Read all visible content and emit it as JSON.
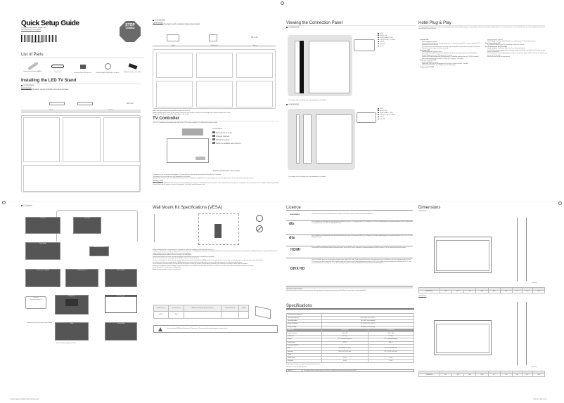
{
  "guide": {
    "title": "Quick Setup Guide",
    "register_text": "To register this product please visit",
    "register_url": "www.samsung.com/register",
    "barcode_code": "BN68-07598K-01",
    "stop_sign": {
      "title": "STOP",
      "lines": [
        "Please do not return",
        "this unit",
        "Contact",
        "1-800-SAMSUNG",
        "www.samsung.com/support"
      ]
    }
  },
  "list_of_parts": {
    "title": "List of Parts",
    "items": [
      {
        "label": "Remote Control & Batteries (AAA x 2)"
      },
      {
        "label": "Power Cord"
      },
      {
        "label": "Regulatory Guide / Warranty Card"
      },
      {
        "label": "Wall Mount Adapter (Depending on the Model)"
      },
      {
        "label": "Adapter (Depending on the Model)"
      }
    ]
  },
  "stand": {
    "title": "Installing the LED TV Stand",
    "model_a": "HG32ND460S",
    "model_b": "HG40ND460S",
    "components_label": "Components",
    "components_text": "When installing the stand, use the provided components and parts.",
    "col_stand": "Stand",
    "col_screws": "Screws",
    "col_guide_stand": "Guide Stand",
    "screw_note": "M4 x L12",
    "notes": [
      "Make sure that at least two people lift and move the LED TV.",
      "When assembling the stand, lay the product down on a soft surface, with the screen facing down, and then fasten the screws.",
      "The number of screws may differ depending on the model."
    ]
  },
  "tv_controller": {
    "title": "TV Controller",
    "intro": "The TV's Controller on the bottom right side of the TV, lets you control the TV without the remote control.",
    "menu_title": "Control Menu",
    "menu_items": [
      "Turns the TV on or off.",
      "Changes channels.",
      "Adjusts the volume.",
      "Switch the available video sources."
    ],
    "sensor_label": "Remote control sensor / TV Controller",
    "notes": [
      "If you press it first, the control menu appears. You can select the function by pressing and holding the TV's controller.",
      "The product color and shape may vary depending on the model.",
      "With the TV's Controller, you can not perform other operations except for turning the TV on or off, changing the channel, adjusting the volume, and switching the input source."
    ],
    "standby_title": "Standby mode",
    "standby_text": "Your TV enters Standby mode when you turn it off and continues to consume a small amount of electric power. To be safe and to decrease power consumption, do not leave your TV in standby mode for long periods of time (when you are away on vacation, for example). It is best to unplug the power cord."
  },
  "connection_panel": {
    "title": "Viewing the Connection Panel",
    "model_a": "HG32ND460S",
    "model_b": "HG40ND460S",
    "ports_a": [
      "AV IN",
      "AUDIO OUT",
      "HDMI IN (ARC) / (DVI)",
      "USB (5V 0.5A) / CLONING",
      "ANT IN",
      "EX-LINK",
      "DC IN"
    ],
    "ports_b": [
      "AV IN",
      "AUDIO OUT",
      "HDMI IN (ARC) / (DVI)",
      "USB (5V 0.5A) / CLONING",
      "ANT IN",
      "EX-LINK"
    ],
    "note": "The product color and shape may vary depending on the model."
  },
  "hotel_plug": {
    "title": "Hotel Plug & Play",
    "intro": "The Hospital Plug & Play function, which automatically performs the Hotel Mode selection, Country Setup, Clock Setup, and Picture Mode Setup, is for use when power is first turned ON. Once you have completed any after you have decoded a Service Reset.",
    "left": [
      {
        "head": "Local Set OSD",
        "items": [
          "Initially highlighted: USA_ATV",
          "If you press the Enter key after selecting Change, you can change the country (The country is changed, the TV automatically turns off and on).",
          "If you select the incorrect country, you can change it by a Factory Reset option after entering the Factory Menu.",
          "If you don't want to change the country, select skip."
        ]
      },
      {
        "head": "Easy Setup OSD",
        "items": [
          "Initially highlighted: Standalone Setup.",
          "If you select the Standalone Only button, Standalone Hospital mode is set by default and the \"Standalone Hospital Mode has been set\" OSD appears for 3 seconds.",
          "If enters the IP mode automatically after displaying the \"Standalone mode has been set\" OSD for 3 seconds.",
          "If you select Standalone Setup mode, the \"Select your Language\" OSD appears."
        ]
      },
      {
        "head": "Select your Language OSD",
        "items": [
          "Initially highlighted: Portuguese.",
          "Display time: OSD time out and operation are the same as normal consumer TV models.",
          "If you press the Enter key, the \"Configure your TV\" OSD appears."
        ]
      },
      {
        "head": "Configure your TV OSD",
        "items": []
      }
    ],
    "right": [
      {
        "head": "",
        "items": [
          "Initially highlighted: Standard.",
          "The TV displays the Picture Mode OSD when you select Dynamic or Standard picture mode."
        ]
      },
      {
        "head": "Auto Program Mode OSD",
        "items": [
          "If you press the Enter key, the TV automatically searches for channels."
        ]
      },
      {
        "head": "Set Clock Mode and Time Zone OSD",
        "items": [
          "Initially highlighted: Clock Mode - Auto, Time Zone - Southern/Southeast.",
          "If the TV will be tuned to digital broadcast channels, and the Clock Mode is set to Auto, the TV will set the date and time automatically.",
          "If the TV will not be tuned to digital broadcast channels, set the Clock Mode to Manual, and then set the date and time on the TV manually.",
          "Select your time zone on the map appears."
        ]
      }
    ]
  },
  "ui_scenario": {
    "bullet": "UI Scenario",
    "screens": [
      {
        "title": "Local Set",
        "caption": "If you select Skip"
      },
      {
        "title": "Local Set",
        "caption": "If you select Change"
      },
      {
        "title": "Easy Setup",
        "caption": "If you select Standalone Setup"
      },
      {
        "title": "Hospital Plug & Play Mode",
        "caption": "If you select Standalone Only"
      },
      {
        "title": "Select your Language",
        "caption": "Select your Language"
      },
      {
        "title": "Configure your TV",
        "caption": "Select the TV mode"
      },
      {
        "title": "Auto Program",
        "caption": "Select the Channel Type"
      },
      {
        "title": "Clock Program",
        "caption": "After finishing the channel scan"
      },
      {
        "title": "Clock",
        "caption": "Select Clock Mode and your Time Zone"
      },
      {
        "title": "Picture Mode",
        "caption": "Select the Picture Mode"
      },
      {
        "title": "Setup Done",
        "caption": "Enjoy your TV"
      }
    ],
    "arrows": [
      "If you select Change",
      "If you select Skip",
      "If you select Standalone Only",
      "The TV automatically turns off and on",
      "Completes the Plug & Play",
      "Proceed to Clock Mode"
    ],
    "end_box": [
      "Thank you",
      "Enjoy watching your TV",
      "Complete"
    ],
    "end_caption": "Completes Plug & Play and enters Power Off mode"
  },
  "wall_mount": {
    "title": "Wall Mount Kit Specifications (VESA)",
    "labels": [
      "Wall mount bracket",
      "TV",
      "Wall mount adapter"
    ],
    "intro": "Before installing any other wall mounting kit, assemble the wall mount adapter provided separately with the TV.",
    "intro2": "Install your wall mount on a solid wall perpendicular to the floor. If you are attaching the wall mount to building materials other than plaster board, contact your nearest dealer for additional information. If you install the TV on a ceiling or slanted wall, it may fall and result in severe personal injury.",
    "notes": [
      "Standard dimensions for wall mount kits are shown in the table below.",
      "Samsung wall mount kits contain a detailed installation manual. All parts necessary for assembly are provided.",
      "Do not use screws that do not comply with the VESA standard screw specifications.",
      "Do not use screws that are longer than the standard dimension or do not comply with the VESA standard screw specifications. Screws that are too long may cause damage to the inside of the TV set.",
      "For wall mounts that do not comply with the VESA standard screw specifications, the length of the screws may differ depending on the wall mount specifications.",
      "Do not fasten the screws too firmly. This may damage the product or cause the product to fall, leading to personal injury. Samsung is not liable for these kinds of accidents.",
      "Samsung is not liable for product damage or personal injury when a non-VESA or non-specified wall mount is used or the consumer fails to follow the product installation instructions.",
      "Do not mount the TV at more than a 15 degree tilt.",
      "Always have two people mount the TV onto a wall."
    ],
    "table_headers": [
      "Product Family",
      "TV size in inches",
      "VESA screw hole specs (A * B) in millimeters",
      "Standard Screw (C)",
      "Quantity"
    ],
    "table_row": [
      "LED-TV",
      "32-40",
      "",
      "",
      ""
    ],
    "warning": "Do not install your Wall Mount Kit while your TV is turned on. This may result in personal injury due to electric shock."
  },
  "licence": {
    "title": "Licence",
    "entries": [
      {
        "logo": "DOLBY AUDIO",
        "text": "Manufactured under license from Dolby Laboratories. Dolby and the double-D symbol are trademarks of Dolby Laboratories."
      },
      {
        "logo": "dts Studio Sound",
        "text": "For DTS patents, see http://patents.dts.com. Manufactured under license from DTS Licensing Limited. DTS, the Symbol, & DTS and the Symbol together are registered trademarks, and DTS Studio Sound is a trademark of DTS, Inc. © DTS, Inc. All Rights Reserved."
      },
      {
        "logo": "dts Studio Sound",
        "text": "For DTS patents, see http://patents.dts.com. Manufactured under license from DTS Licensing Limited. DTS, the Symbol, & DTS and the Symbol together are registered trademarks of DTS, Inc. © DTS, Inc. All Rights Reserved."
      },
      {
        "logo": "HDMI",
        "text": "The terms HDMI and HDMI High-Definition Multimedia Interface, and the HDMI Logo are trademarks or registered trademarks of HDMI Licensing LLC in the United States and other countries."
      },
      {
        "logo": "DIVX HD",
        "text": "This DivX Certified® device has passed rigorous testing to ensure it plays DivX® video. To play purchased DivX movies, first register your device at vod.divx.com. Find your registration code in the DivX VOD section of your device setup menu. DivX Certified® to play DivX® video up to HD 1080p, including premium content. DivX®, DivX Certified® and associated logos are trademarks of DivX, LLC and are used under license. Covered by one or more of the following U.S. patents: 7,295,673; 7,460,668; 7,515,710; 8,656,183; 8,731,369; RE45,052."
      }
    ],
    "open_source_title": "Open Source Licence Notice",
    "open_source_text": "Open Source used in this product can be found on the following webpage. (http://opensource.samsung.com) Open Source Licence Notice is written only English."
  },
  "specifications": {
    "title": "Specifications",
    "env_rows": [
      [
        "Environmental considerations",
        ""
      ],
      [
        "Operating Temperature",
        "50°F to 104°F (10°C to 40°C)"
      ],
      [
        "Operating Humidity",
        "10% to 80%, non-condensing"
      ],
      [
        "Storage Temperature",
        "-4°F to 113°F (-20°C to 45°C)"
      ],
      [
        "Storage Humidity",
        "5% to 95%, non-condensing"
      ]
    ],
    "model_header": [
      "Model Name",
      "HG32ND460S",
      "HG40ND460S"
    ],
    "model_rows": [
      [
        "Display Resolution",
        "1366 x 768",
        "1920 x 1080"
      ],
      [
        "Screen Size",
        "32\" Class",
        "40\" Class"
      ],
      [
        "Diagonal",
        "31.5\" measured diagonally",
        "39.5\" measured diagonally"
      ],
      [
        "Sound (Output)",
        "10W x 2",
        "10W x 2"
      ],
      [
        "Dimensions (WxHxD)",
        "",
        ""
      ],
      [
        "Body",
        "748.4 x 441.8 x 82.2 mm",
        "922.7 x 523.4 x 88.2 mm"
      ],
      [
        "With stand",
        "749.4 x 492.3 x 166.3 mm",
        "922.7 x 591.5 x 206.7 mm"
      ],
      [
        "Weight",
        "",
        ""
      ],
      [
        "Without Stand",
        "3.9 kg",
        "6.7 kg"
      ],
      [
        "With Stand",
        "4.0 kg",
        "6.9 kg"
      ]
    ],
    "notes": [
      "Design and specifications are subject to change without prior notice.",
      "This device is a Class B digital apparatus."
    ],
    "warning_label": "WARNING",
    "warning_text": "This product contains chemicals known to the State of California to cause cancer and reproductive toxicity."
  },
  "dimensions": {
    "title": "Dimensions",
    "model_a": "HG32ND460S",
    "model_b": "HG40ND460S",
    "unit": "(Unit: mm)",
    "table_a": [
      "HG32ND460S",
      "735.4",
      "437.7",
      "718.1",
      "810.1",
      "484.3",
      "146.5",
      "100",
      "40.0",
      "153.9"
    ],
    "table_b": [
      "HG40ND460S",
      "907.7",
      "520.7",
      "893.2",
      "880.4",
      "572.7",
      "176.0",
      "200",
      "42.0",
      "178.5"
    ]
  },
  "footer": {
    "left": "[HG460_NA_QSG_BN68-07598K-01]_ENG.indd   1",
    "right": "2016-05-17   오후 4:57:56"
  }
}
